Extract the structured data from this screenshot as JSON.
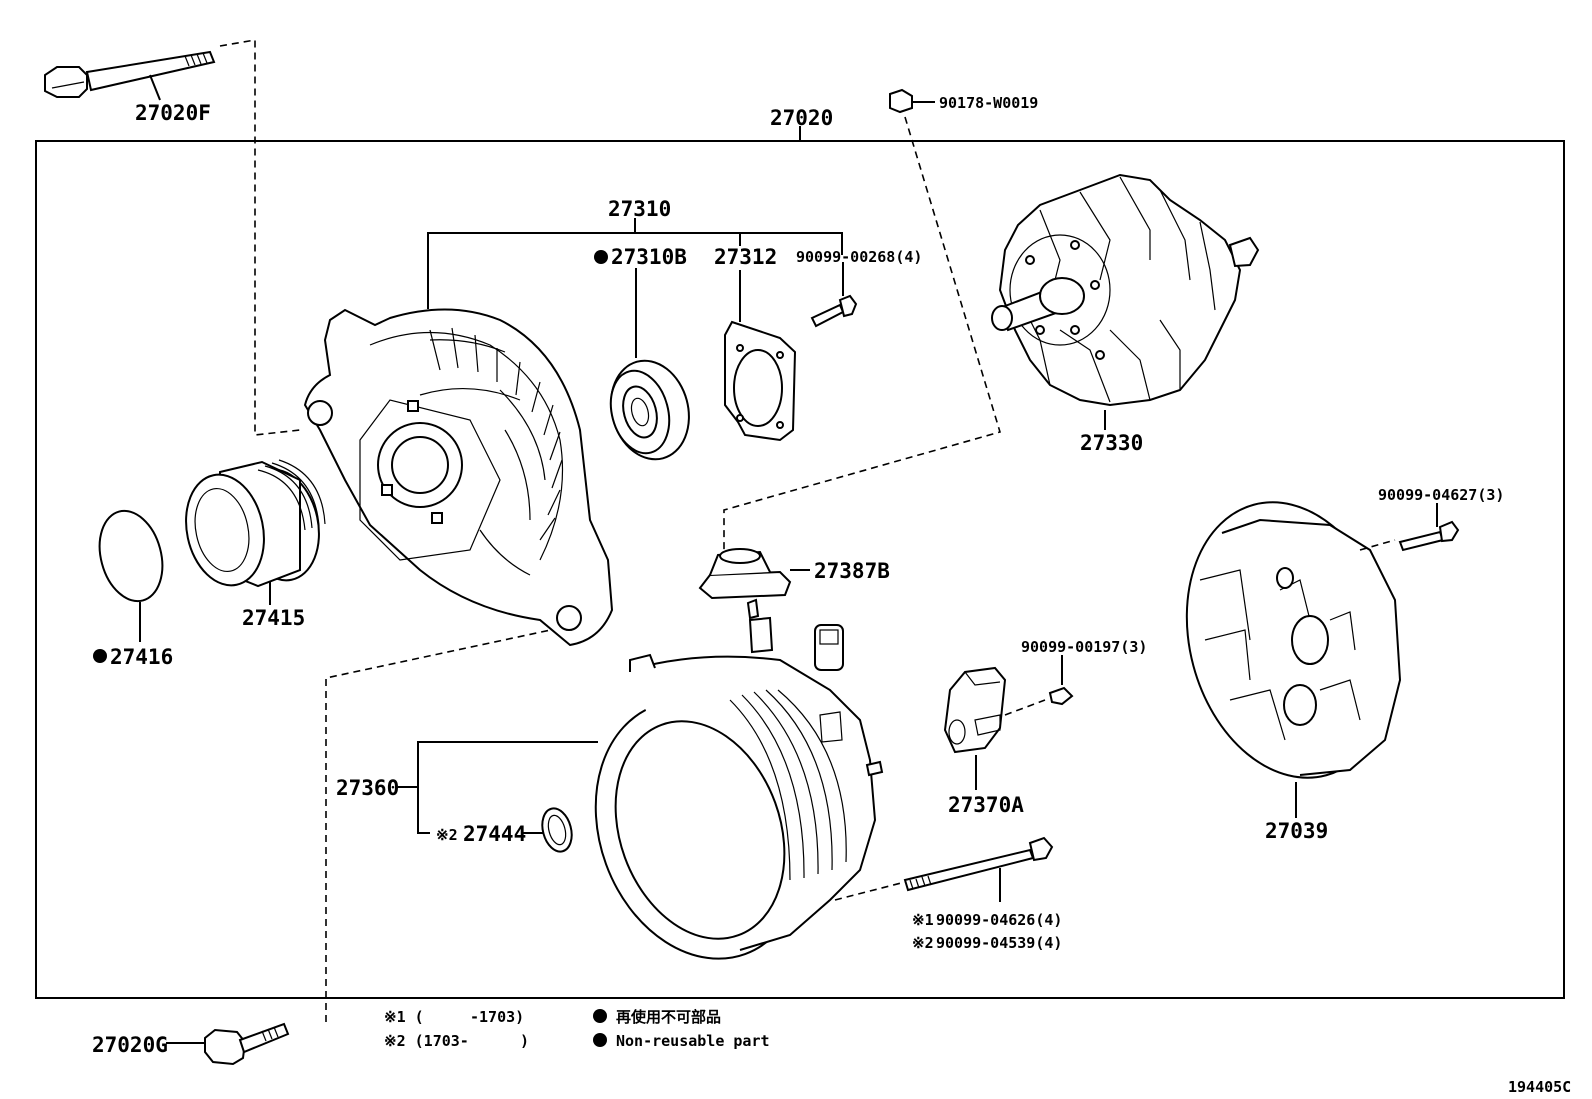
{
  "parts": {
    "p27020F": "27020F",
    "p27020": "27020",
    "p90178": "90178-W0019",
    "p27310": "27310",
    "p27310B": "27310B",
    "p27312": "27312",
    "p90099_00268": "90099-00268(4)",
    "p27330": "27330",
    "p27416": "27416",
    "p27415": "27415",
    "p27387B": "27387B",
    "p90099_04627": "90099-04627(3)",
    "p90099_00197": "90099-00197(3)",
    "p27360": "27360",
    "p27444": "27444",
    "p27370A": "27370A",
    "p27039": "27039",
    "p90099_04626": "90099-04626(4)",
    "p90099_04539": "90099-04539(4)",
    "p27020G": "27020G"
  },
  "marks": {
    "note1": "※1",
    "note2": "※2"
  },
  "legend": {
    "note1_label": "※1 (",
    "note1_range": "-1703)",
    "note2_label": "※2 (1703-",
    "note2_close": ")",
    "nonreusable_jp": "再使用不可部品",
    "nonreusable_en": "Non-reusable part"
  },
  "figure_id": "194405C",
  "colors": {
    "line": "#000000",
    "background": "#ffffff"
  }
}
